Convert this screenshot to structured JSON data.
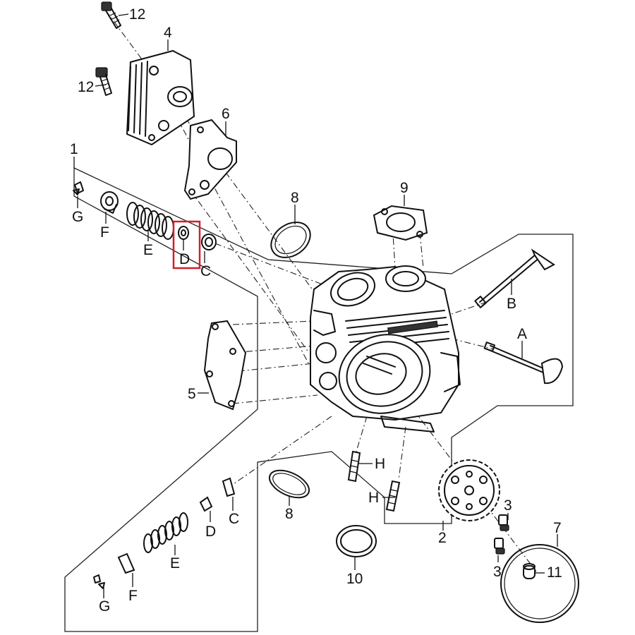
{
  "labels": {
    "bolt_top": "12",
    "bolt_left": "12",
    "cover": "4",
    "gasket_cover": "6",
    "assembly": "1",
    "o_ring_top": "8",
    "gasket_exhaust": "9",
    "valve_in": "B",
    "valve_ex": "A",
    "head_gasket": "5",
    "retainer_top": "F",
    "cotter_top": "G",
    "spring_top": "E",
    "seal_top": "D",
    "seat_top": "C",
    "stud_a": "H",
    "stud_b": "H",
    "sprocket": "2",
    "bolt_3a": "3",
    "bolt_3b": "3",
    "o_ring_large": "7",
    "pin": "11",
    "o_ring_bottom": "8",
    "seal_ring": "10",
    "seat_bottom": "C",
    "seal_bottom": "D",
    "spring_bottom": "E",
    "retainer_bottom": "F",
    "cotter_bottom": "G"
  },
  "highlight": {
    "target": "D",
    "color": "#d0202a"
  }
}
